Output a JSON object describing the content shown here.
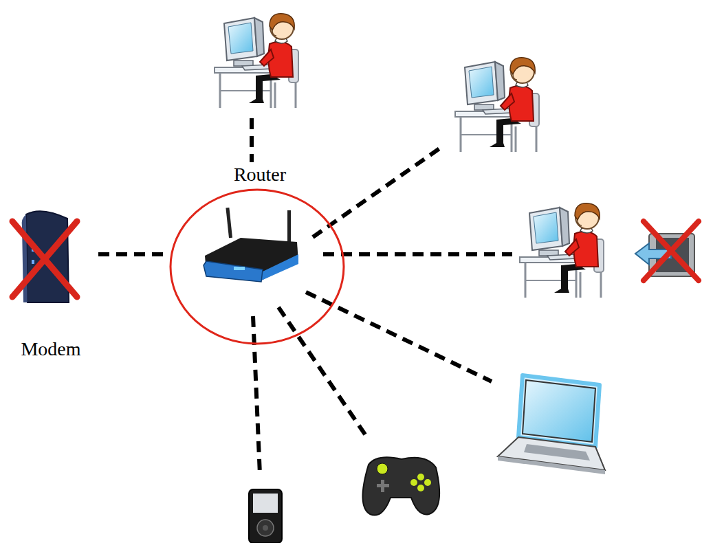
{
  "diagram": {
    "nodes": [
      {
        "text": [
          "Router"
        ]
      },
      {
        "text": [
          "Modem"
        ]
      }
    ],
    "edges": [
      {
        "from": 1,
        "to": 0,
        "arrow": "none"
      }
    ]
  }
}
